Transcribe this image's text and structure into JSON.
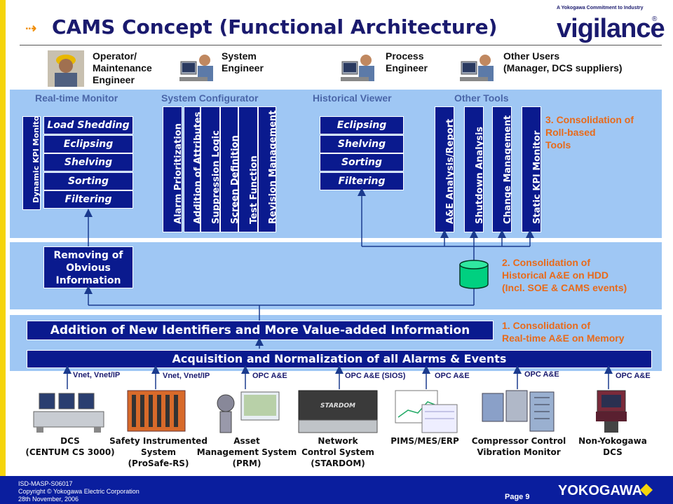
{
  "header": {
    "title": "CAMS Concept (Functional Architecture)",
    "tagline": "A Yokogawa Commitment to Industry",
    "brand": "vigilance",
    "brand_mark": "®"
  },
  "users": [
    {
      "lines": [
        "Operator/",
        "Maintenance",
        "Engineer"
      ],
      "icon": "operator-icon"
    },
    {
      "lines": [
        "System",
        "Engineer"
      ],
      "icon": "engineer-icon"
    },
    {
      "lines": [
        "Process",
        "Engineer"
      ],
      "icon": "engineer-icon"
    },
    {
      "lines": [
        "Other Users",
        "(Manager, DCS suppliers)"
      ],
      "icon": "engineer-icon"
    }
  ],
  "sections": {
    "realtime": "Real-time Monitor",
    "configurator": "System Configurator",
    "historical": "Historical Viewer",
    "other": "Other Tools"
  },
  "realtime": {
    "vertical": "Dynamic KPI Monitor",
    "items": [
      "Load Shedding",
      "Eclipsing",
      "Shelving",
      "Sorting",
      "Filtering"
    ]
  },
  "configurator": {
    "items": [
      "Alarm Prioritization",
      "Addition of Attributes",
      "Suppression Logic",
      "Screen Definition",
      "Test Function",
      "Revision Management"
    ]
  },
  "historical": {
    "items": [
      "Eclipsing",
      "Shelving",
      "Sorting",
      "Filtering"
    ]
  },
  "other_tools": {
    "items": [
      "A&E Analysis/Report",
      "Shutdown Analysis",
      "Change Management",
      "Static KPI Monitor"
    ]
  },
  "consolidation": {
    "c3": [
      "3. Consolidation of",
      "Roll-based",
      "Tools"
    ],
    "c2": [
      "2. Consolidation of",
      "Historical A&E on HDD",
      "(Incl. SOE & CAMS events)"
    ],
    "c1": [
      "1. Consolidation of",
      "Real-time A&E on Memory"
    ]
  },
  "removing": [
    "Removing of",
    "Obvious",
    "Information"
  ],
  "bars": {
    "addition": "Addition of New Identifiers and More Value-added Information",
    "acquisition": "Acquisition and Normalization of all Alarms & Events"
  },
  "connections": [
    "Vnet, Vnet/IP",
    "Vnet, Vnet/IP",
    "OPC A&E",
    "OPC A&E (SIOS)",
    "OPC A&E",
    "OPC A&E",
    "OPC A&E"
  ],
  "devices": [
    {
      "lines": [
        "DCS",
        "(CENTUM CS 3000)"
      ]
    },
    {
      "lines": [
        "Safety Instrumented",
        "System",
        "(ProSafe-RS)"
      ]
    },
    {
      "lines": [
        "Asset",
        "Management System",
        "(PRM)"
      ]
    },
    {
      "lines": [
        "Network",
        "Control System",
        "(STARDOM)"
      ]
    },
    {
      "lines": [
        "PIMS/MES/ERP"
      ]
    },
    {
      "lines": [
        "Compressor Control",
        "Vibration Monitor"
      ]
    },
    {
      "lines": [
        "Non-Yokogawa",
        "DCS"
      ]
    }
  ],
  "device_badge": "STARDOM",
  "footer": {
    "lines": [
      "ISD-MASP-S06017",
      "Copyright © Yokogawa Electric Corporation",
      "28th November, 2006"
    ],
    "page": "Page  9",
    "logo": "YOKOGAWA"
  },
  "colors": {
    "accent_yellow": "#f5d40a",
    "panel_blue": "#9fc7f4",
    "box_navy": "#0a1a8e",
    "orange_text": "#e86a1a",
    "database_green": "#00d080"
  }
}
